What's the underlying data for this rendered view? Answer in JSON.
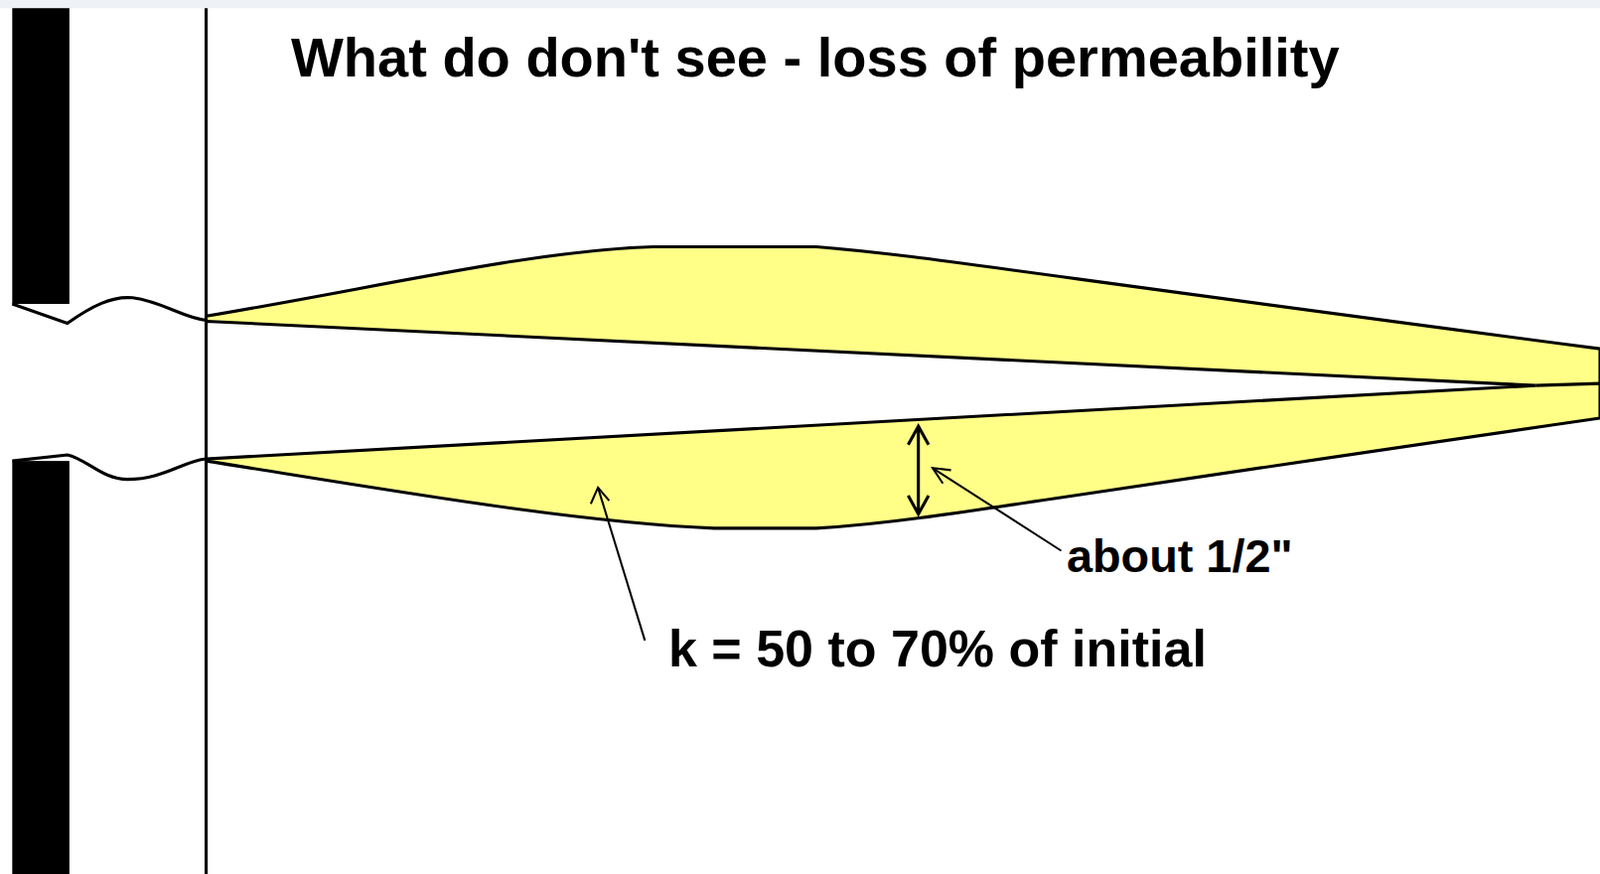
{
  "diagram": {
    "title": "What do don't see - loss of permeability",
    "labels": [
      "about 1/2\"",
      "k = 50 to 70% of initial"
    ]
  }
}
